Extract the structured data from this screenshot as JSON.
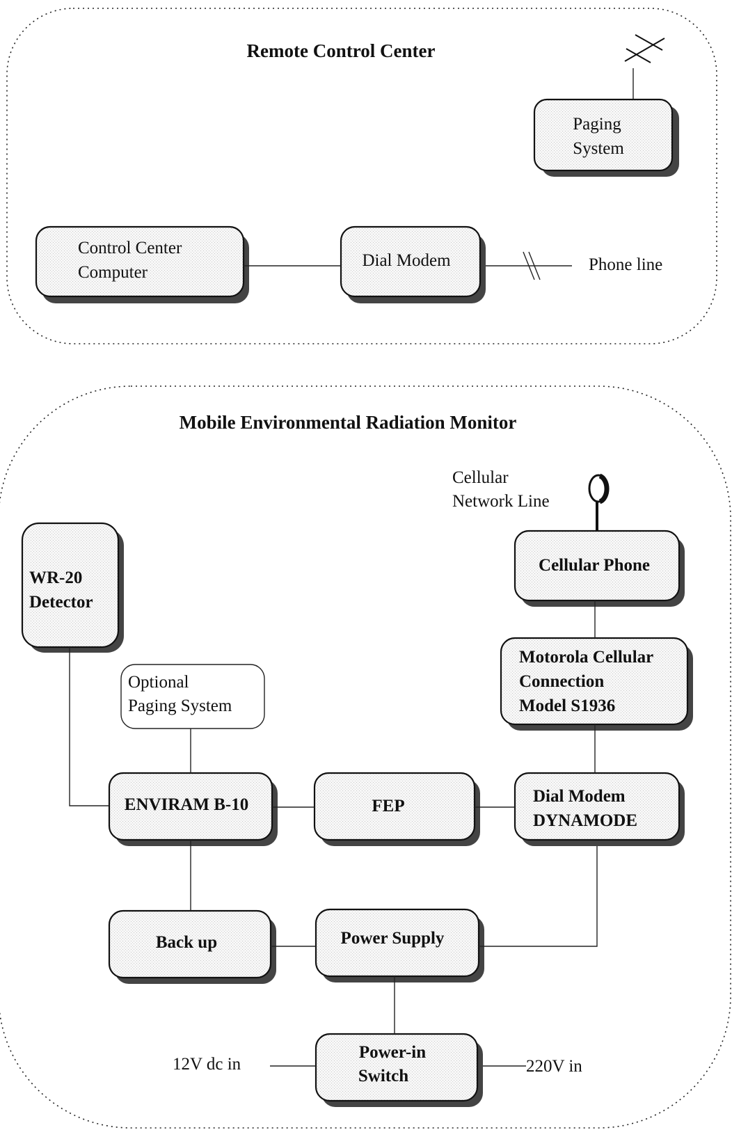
{
  "remote_center": {
    "title": "Remote Control Center",
    "paging_system": [
      "Paging",
      "System"
    ],
    "control_computer": [
      "Control Center",
      "Computer"
    ],
    "dial_modem": "Dial Modem",
    "phone_line": "Phone line"
  },
  "mobile_monitor": {
    "title": "Mobile Environmental Radiation Monitor",
    "cellular_network": [
      "Cellular",
      "Network Line"
    ],
    "cellular_phone": "Cellular  Phone",
    "wr20": [
      "WR-20",
      "Detector"
    ],
    "optional_paging": [
      "Optional",
      "Paging System"
    ],
    "motorola": [
      "Motorola Cellular",
      "Connection",
      "Model S1936"
    ],
    "enviram": "ENVIRAM B-10",
    "fep": "FEP",
    "dial_modem": [
      "Dial  Modem",
      "DYNAMODE"
    ],
    "backup": "Back up",
    "power_supply": "Power Supply",
    "power_switch": [
      "Power-in",
      "Switch"
    ],
    "dc_in": "12V dc in",
    "ac_in": "220V in"
  }
}
